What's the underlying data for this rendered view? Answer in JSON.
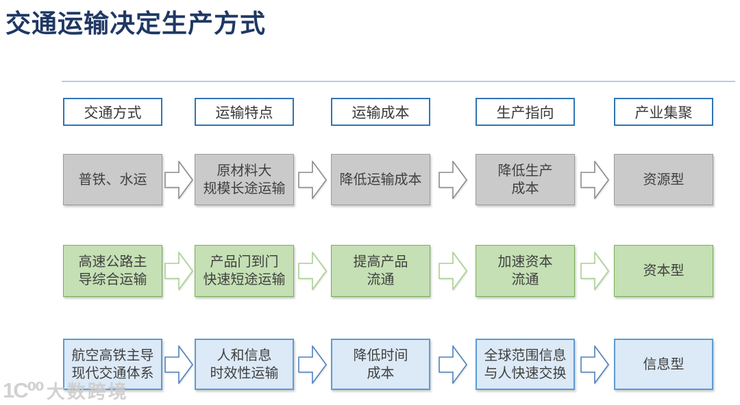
{
  "title": "交通运输决定生产方式",
  "headers": [
    "交通方式",
    "运输特点",
    "运输成本",
    "生产指向",
    "产业集聚"
  ],
  "rows": [
    {
      "theme": "gray",
      "cells": [
        "普铁、水运",
        "原材料大\n规模长途运输",
        "降低运输成本",
        "降低生产\n成本",
        "资源型"
      ]
    },
    {
      "theme": "green",
      "cells": [
        "高速公路主\n导综合运输",
        "产品门到门\n快速短途运输",
        "提高产品\n流通",
        "加速资本\n流通",
        "资本型"
      ]
    },
    {
      "theme": "blue",
      "cells": [
        "航空高铁主导\n现代交通体系",
        "人和信息\n时效性运输",
        "降低时间\n成本",
        "全球范围信息\n与人快速交换",
        "信息型"
      ]
    }
  ],
  "colors": {
    "title": "#1F3864",
    "header_border": "#2E74B5",
    "divider": "#B8CCE4",
    "gray_fill": "#CACACA",
    "green_fill": "#C5E0B4",
    "blue_fill": "#DCE9F6",
    "box_text": "#404040"
  },
  "watermark": {
    "logo": "1Ϲ⁰⁰",
    "text": "大数跨境"
  }
}
